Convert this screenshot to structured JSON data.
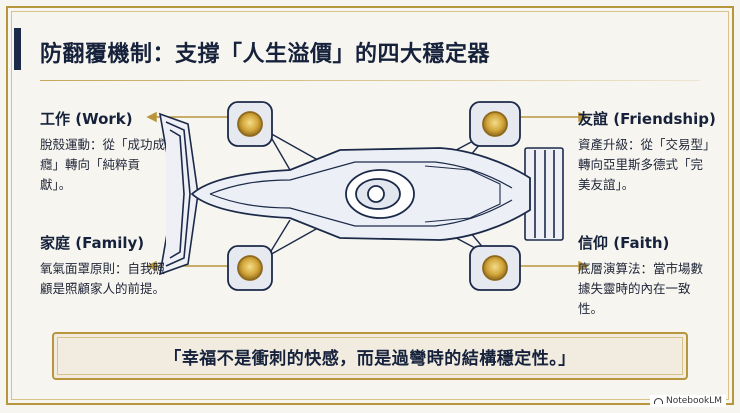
{
  "title": "防翻覆機制：支撐「人生溢價」的四大穩定器",
  "pillars": {
    "work": {
      "heading": "工作 (Work)",
      "description": "脫殼運動：從「成功成癮」轉向「純粹貢獻」。"
    },
    "family": {
      "heading": "家庭 (Family)",
      "description": "氧氣面罩原則：自我照顧是照顧家人的前提。"
    },
    "friendship": {
      "heading": "友誼 (Friendship)",
      "description": "資產升級：從「交易型」轉向亞里斯多德式「完美友誼」。"
    },
    "faith": {
      "heading": "信仰 (Faith)",
      "description": "底層演算法：當市場數據失靈時的內在一致性。"
    }
  },
  "quote": "「幸福不是衝刺的快感，而是過彎時的結構穩定性。」",
  "watermark": "NotebookLM",
  "colors": {
    "navy": "#16213b",
    "gold": "#b8963e",
    "background": "#f7f5ef"
  }
}
